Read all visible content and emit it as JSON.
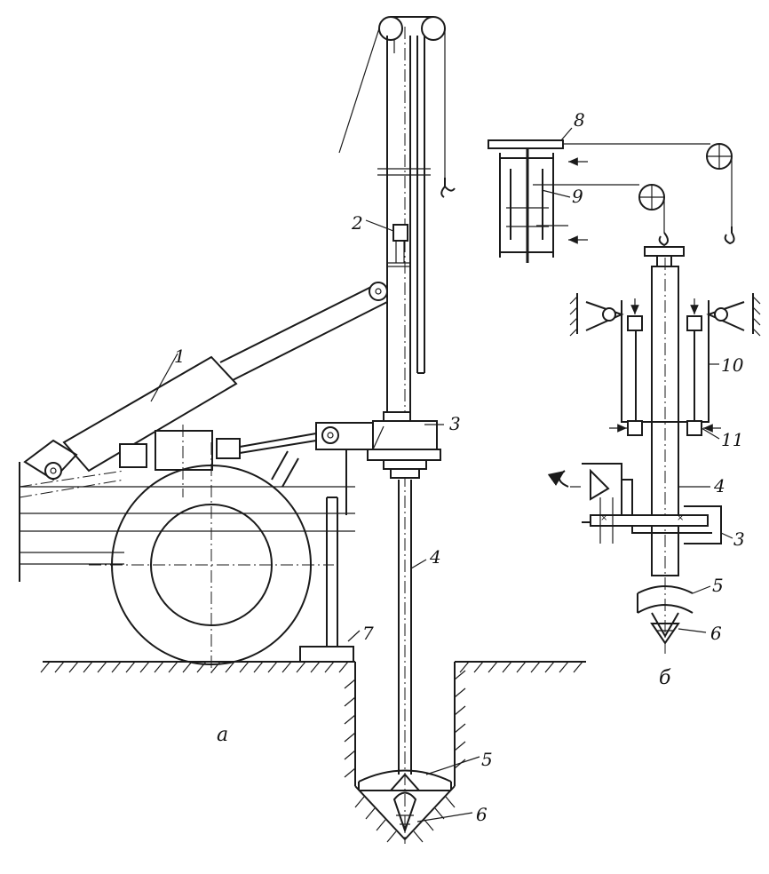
{
  "labels": {
    "l1": "1",
    "l2": "2",
    "l3a": "3",
    "l4a": "4",
    "l5a": "5",
    "l6a": "6",
    "l7": "7",
    "l8": "8",
    "l9": "9",
    "l10": "10",
    "l11": "11",
    "l4b": "4",
    "l3b": "3",
    "l5b": "5",
    "l6b": "6"
  },
  "subfigures": {
    "a": "а",
    "b": "б"
  }
}
